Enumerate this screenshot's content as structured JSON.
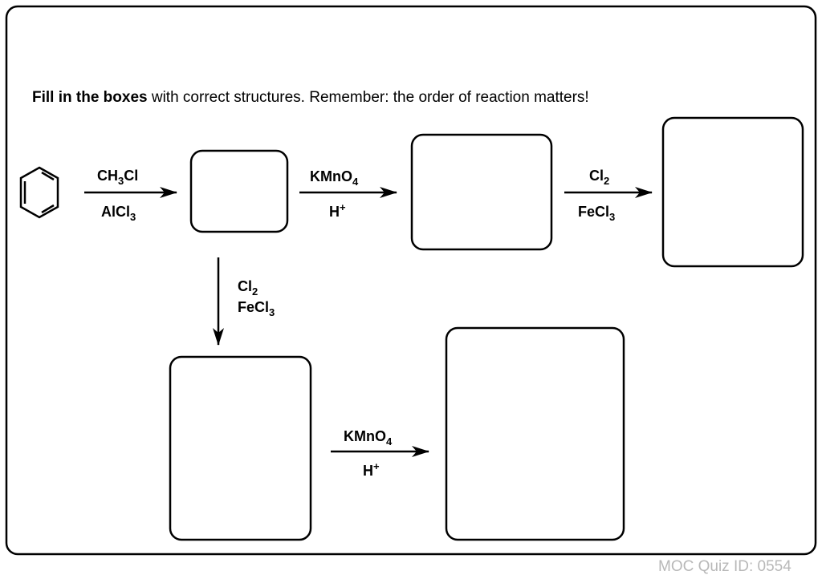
{
  "instruction": {
    "bold": "Fill in the boxes",
    "rest": " with correct structures. Remember: the order of reaction matters!"
  },
  "starting_material": "benzene",
  "reagents": {
    "step1_top_main": "CH",
    "step1_top_sub": "3",
    "step1_top_tail": "Cl",
    "step1_bottom_main": "AlCl",
    "step1_bottom_sub": "3",
    "step2_top_main": "KMnO",
    "step2_top_sub": "4",
    "step2_bottom_main": "H",
    "step2_bottom_sup": "+",
    "step3_top_main": "Cl",
    "step3_top_sub": "2",
    "step3_bottom_main": "FeCl",
    "step3_bottom_sub": "3",
    "step4_top_main": "Cl",
    "step4_top_sub": "2",
    "step4_bottom_main": "FeCl",
    "step4_bottom_sub": "3",
    "step5_top_main": "KMnO",
    "step5_top_sub": "4",
    "step5_bottom_main": "H",
    "step5_bottom_sup": "+"
  },
  "footer": "MOC Quiz ID: 0554"
}
